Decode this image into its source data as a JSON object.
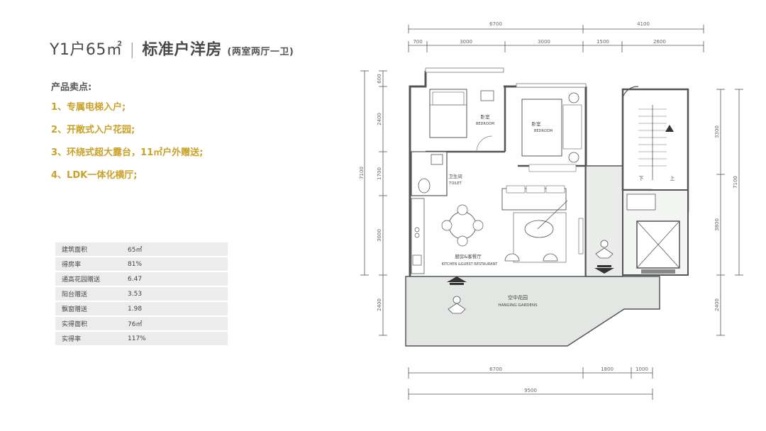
{
  "title": {
    "unit": "Y1户65㎡",
    "separator": "|",
    "main": "标准户洋房",
    "sub": "(两室两厅一卫)"
  },
  "selling_points": {
    "heading": "产品卖点:",
    "items": [
      "1、专属电梯入户;",
      "2、开敞式入户花园;",
      "3、环绕式超大露台，11㎡户外赠送;",
      "4、LDK一体化横厅;"
    ]
  },
  "specs": [
    {
      "label": "建筑面积",
      "value": "65㎡"
    },
    {
      "label": "得房率",
      "value": "81%"
    },
    {
      "label": "通高花园赠送",
      "value": "6.47"
    },
    {
      "label": "阳台赠送",
      "value": "3.53"
    },
    {
      "label": "飘窗赠送",
      "value": "1.98"
    },
    {
      "label": "实得面积",
      "value": "76㎡"
    },
    {
      "label": "实得率",
      "value": "117%"
    }
  ],
  "floorplan": {
    "dims_top_row1": [
      "6700",
      "4100"
    ],
    "dims_top_row2": [
      "700",
      "3000",
      "3000",
      "1500",
      "2600"
    ],
    "dims_bottom_row1": [
      "6700",
      "1800",
      "1000"
    ],
    "dims_bottom_total": "9500",
    "dims_left": [
      "600",
      "2400",
      "1700",
      "3000",
      "2400"
    ],
    "dims_left_total": "7100",
    "dims_right": [
      "3300",
      "3800",
      "2400"
    ],
    "dims_right_total": "7100",
    "rooms": {
      "bedroom1_cn": "卧室",
      "bedroom1_en": "BEDROOM",
      "bedroom2_cn": "卧室",
      "bedroom2_en": "BEDROOM",
      "toilet_cn": "卫生间",
      "toilet_en": "TOILET",
      "kitchen_cn": "厨房&客餐厅",
      "kitchen_en": "KITCHEN &GUEST RESTAURANT",
      "garden_cn": "空中花园",
      "garden_en": "HANGING GARDENS",
      "stair_down": "下",
      "stair_up": "上"
    },
    "colors": {
      "wall": "#555555",
      "garden_fill": "#e4e8e4",
      "living_fill": "#ffffff",
      "lobby_fill": "#eef1ee"
    }
  }
}
